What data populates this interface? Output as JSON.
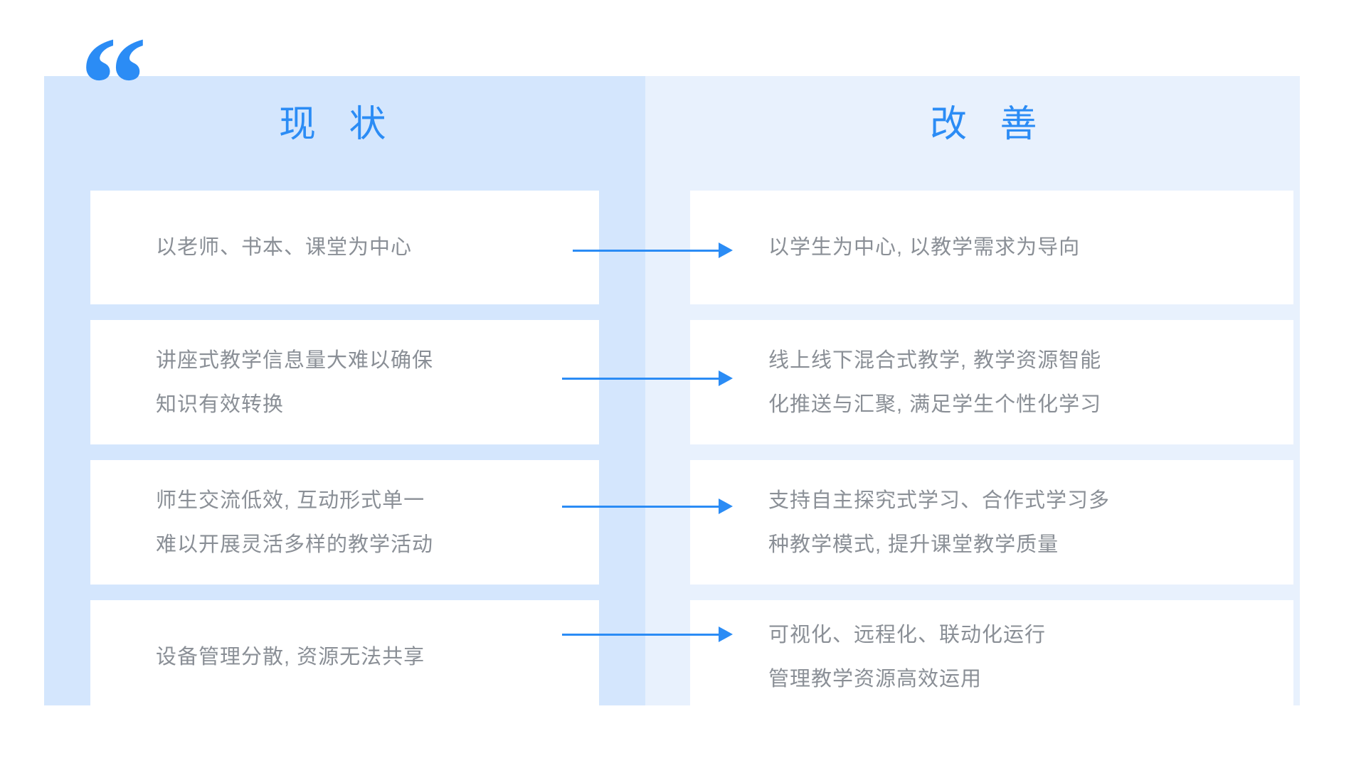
{
  "colors": {
    "accent": "#2b8cf5",
    "panel_left_bg": "#d4e6fd",
    "panel_right_bg": "#e8f1fd",
    "card_bg": "#ffffff",
    "body_text": "#8a8f96",
    "page_bg": "#ffffff"
  },
  "decor": {
    "quote_open": "“",
    "quote_close": "”"
  },
  "columns": {
    "left": {
      "title": "现 状",
      "items": [
        {
          "text": "以老师、书本、课堂为中心"
        },
        {
          "text": "讲座式教学信息量大难以确保\n知识有效转换"
        },
        {
          "text": "师生交流低效, 互动形式单一\n难以开展灵活多样的教学活动"
        },
        {
          "text": "设备管理分散, 资源无法共享"
        }
      ]
    },
    "right": {
      "title": "改 善",
      "items": [
        {
          "text": "以学生为中心, 以教学需求为导向"
        },
        {
          "text": "线上线下混合式教学, 教学资源智能\n化推送与汇聚, 满足学生个性化学习"
        },
        {
          "text": "支持自主探究式学习、合作式学习多\n种教学模式, 提升课堂教学质量"
        },
        {
          "text": "可视化、远程化、联动化运行\n管理教学资源高效运用"
        }
      ]
    }
  },
  "arrows": [
    {
      "label": "现状到改善箭头 1"
    },
    {
      "label": "现状到改善箭头 2"
    },
    {
      "label": "现状到改善箭头 3"
    },
    {
      "label": "现状到改善箭头 4"
    }
  ]
}
